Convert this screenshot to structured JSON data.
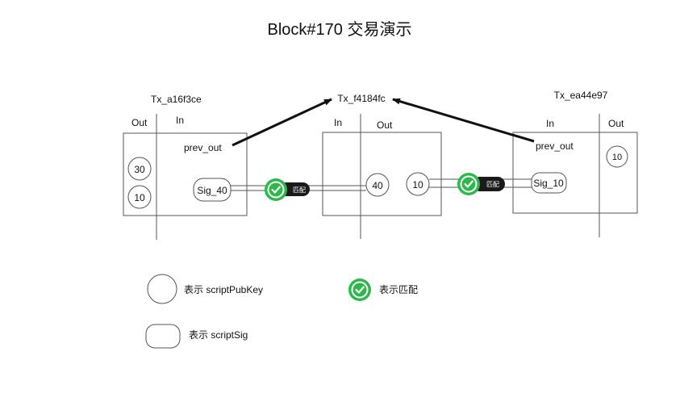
{
  "title": "Block#170 交易演示",
  "colors": {
    "check_green": "#2db84b",
    "badge_bg": "#1a1a1a",
    "line": "#555555"
  },
  "transactions": {
    "left": {
      "name": "Tx_a16f3ce",
      "out_label": "Out",
      "in_label": "In",
      "prev_out": "prev_out",
      "outputs": [
        "30",
        "10"
      ],
      "sig": "Sig_40"
    },
    "middle": {
      "name": "Tx_f4184fc",
      "in_label": "In",
      "out_label": "Out",
      "input_value": "40",
      "output_value": "10"
    },
    "right": {
      "name": "Tx_ea44e97",
      "in_label": "In",
      "out_label": "Out",
      "prev_out": "prev_out",
      "sig": "Sig_10",
      "output_value": "10"
    }
  },
  "match_badges": [
    {
      "label": "匹配",
      "icon": "check-circle-icon"
    },
    {
      "label": "匹配",
      "icon": "check-circle-icon"
    }
  ],
  "legend": {
    "pubkey": "表示 scriptPubKey",
    "sig": "表示 scriptSig",
    "match": "表示匹配"
  }
}
